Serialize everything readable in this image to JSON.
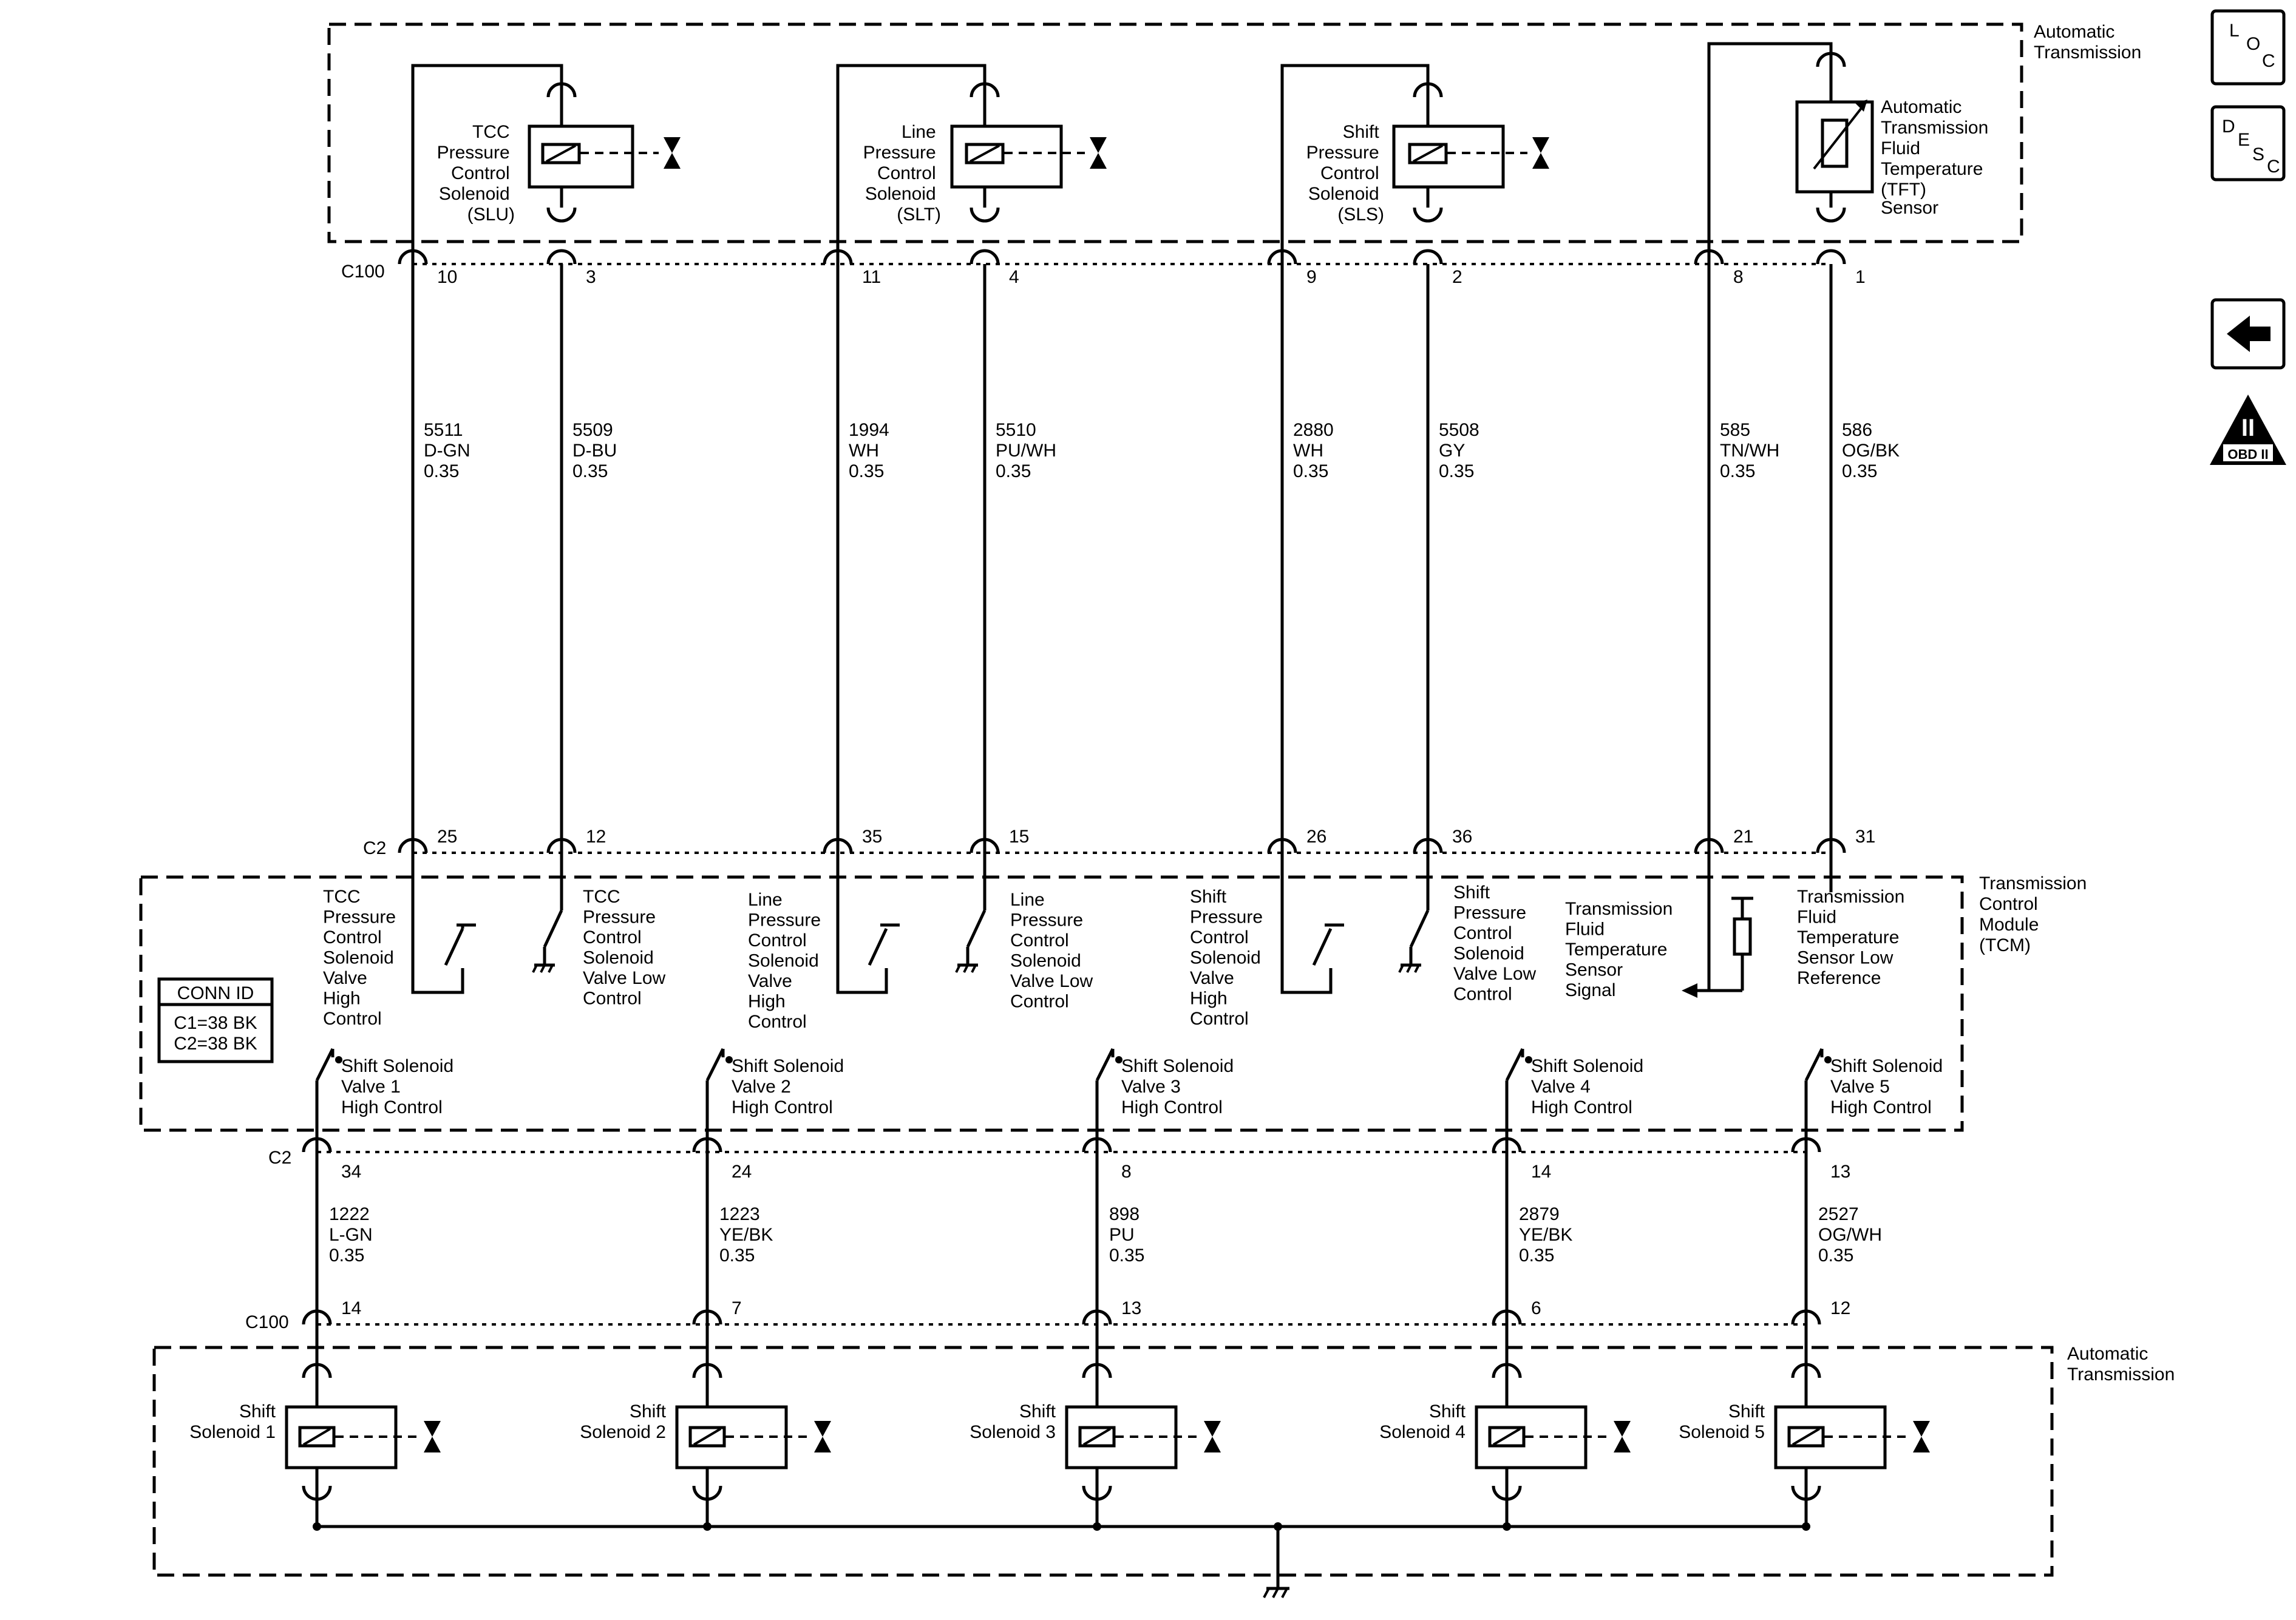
{
  "regions": {
    "auto_trans_top": [
      "Automatic",
      "Transmission"
    ],
    "tcm": [
      "Transmission",
      "Control",
      "Module",
      "(TCM)"
    ],
    "auto_trans_bottom": [
      "Automatic",
      "Transmission"
    ]
  },
  "connectors": {
    "c100_top": "C100",
    "c2_top": "C2",
    "c2_bottom": "C2",
    "c100_bottom": "C100"
  },
  "conn_id": {
    "title": "CONN ID",
    "c1": "C1=38 BK",
    "c2": "C2=38 BK"
  },
  "side_icons": {
    "loc": [
      "L",
      "O",
      "C"
    ],
    "desc": [
      "D",
      "E",
      "S",
      "C"
    ],
    "obd": [
      "II",
      "OBD II"
    ]
  },
  "top_components": [
    {
      "label": [
        "TCC",
        "Pressure",
        "Control",
        "Solenoid",
        "(SLU)"
      ]
    },
    {
      "label": [
        "Line",
        "Pressure",
        "Control",
        "Solenoid",
        "(SLT)"
      ]
    },
    {
      "label": [
        "Shift",
        "Pressure",
        "Control",
        "Solenoid",
        "(SLS)"
      ]
    },
    {
      "label": [
        "Automatic",
        "Transmission",
        "Fluid",
        "Temperature",
        "(TFT)",
        "Sensor"
      ]
    }
  ],
  "top_wires": [
    {
      "c100_pin": "10",
      "circuit": "5511",
      "color": "D-GN",
      "gauge": "0.35",
      "c2_pin": "25"
    },
    {
      "c100_pin": "3",
      "circuit": "5509",
      "color": "D-BU",
      "gauge": "0.35",
      "c2_pin": "12"
    },
    {
      "c100_pin": "11",
      "circuit": "1994",
      "color": "WH",
      "gauge": "0.35",
      "c2_pin": "35"
    },
    {
      "c100_pin": "4",
      "circuit": "5510",
      "color": "PU/WH",
      "gauge": "0.35",
      "c2_pin": "15"
    },
    {
      "c100_pin": "9",
      "circuit": "2880",
      "color": "WH",
      "gauge": "0.35",
      "c2_pin": "26"
    },
    {
      "c100_pin": "2",
      "circuit": "5508",
      "color": "GY",
      "gauge": "0.35",
      "c2_pin": "36"
    },
    {
      "c100_pin": "8",
      "circuit": "585",
      "color": "TN/WH",
      "gauge": "0.35",
      "c2_pin": "21"
    },
    {
      "c100_pin": "1",
      "circuit": "586",
      "color": "OG/BK",
      "gauge": "0.35",
      "c2_pin": "31"
    }
  ],
  "tcm_internal": [
    {
      "label": [
        "TCC",
        "Pressure",
        "Control",
        "Solenoid",
        "Valve",
        "High",
        "Control"
      ]
    },
    {
      "label": [
        "TCC",
        "Pressure",
        "Control",
        "Solenoid",
        "Valve Low",
        "Control"
      ]
    },
    {
      "label": [
        "Line",
        "Pressure",
        "Control",
        "Solenoid",
        "Valve",
        "High",
        "Control"
      ]
    },
    {
      "label": [
        "Line",
        "Pressure",
        "Control",
        "Solenoid",
        "Valve Low",
        "Control"
      ]
    },
    {
      "label": [
        "Shift",
        "Pressure",
        "Control",
        "Solenoid",
        "Valve",
        "High",
        "Control"
      ]
    },
    {
      "label": [
        "Shift",
        "Pressure",
        "Control",
        "Solenoid",
        "Valve Low",
        "Control"
      ]
    },
    {
      "label": [
        "Transmission",
        "Fluid",
        "Temperature",
        "Sensor",
        "Signal"
      ]
    },
    {
      "label": [
        "Transmission",
        "Fluid",
        "Temperature",
        "Sensor Low",
        "Reference"
      ]
    }
  ],
  "shift_drivers": [
    {
      "label": [
        "Shift Solenoid",
        "Valve 1",
        "High Control"
      ],
      "c2_pin": "34",
      "circuit": "1222",
      "color": "L-GN",
      "gauge": "0.35",
      "c100_pin": "14",
      "solenoid": [
        "Shift",
        "Solenoid 1"
      ]
    },
    {
      "label": [
        "Shift Solenoid",
        "Valve 2",
        "High Control"
      ],
      "c2_pin": "24",
      "circuit": "1223",
      "color": "YE/BK",
      "gauge": "0.35",
      "c100_pin": "7",
      "solenoid": [
        "Shift",
        "Solenoid 2"
      ]
    },
    {
      "label": [
        "Shift Solenoid",
        "Valve 3",
        "High Control"
      ],
      "c2_pin": "8",
      "circuit": "898",
      "color": "PU",
      "gauge": "0.35",
      "c100_pin": "13",
      "solenoid": [
        "Shift",
        "Solenoid 3"
      ]
    },
    {
      "label": [
        "Shift Solenoid",
        "Valve 4",
        "High Control"
      ],
      "c2_pin": "14",
      "circuit": "2879",
      "color": "YE/BK",
      "gauge": "0.35",
      "c100_pin": "6",
      "solenoid": [
        "Shift",
        "Solenoid 4"
      ]
    },
    {
      "label": [
        "Shift Solenoid",
        "Valve 5",
        "High Control"
      ],
      "c2_pin": "13",
      "circuit": "2527",
      "color": "OG/WH",
      "gauge": "0.35",
      "c100_pin": "12",
      "solenoid": [
        "Shift",
        "Solenoid 5"
      ]
    }
  ]
}
